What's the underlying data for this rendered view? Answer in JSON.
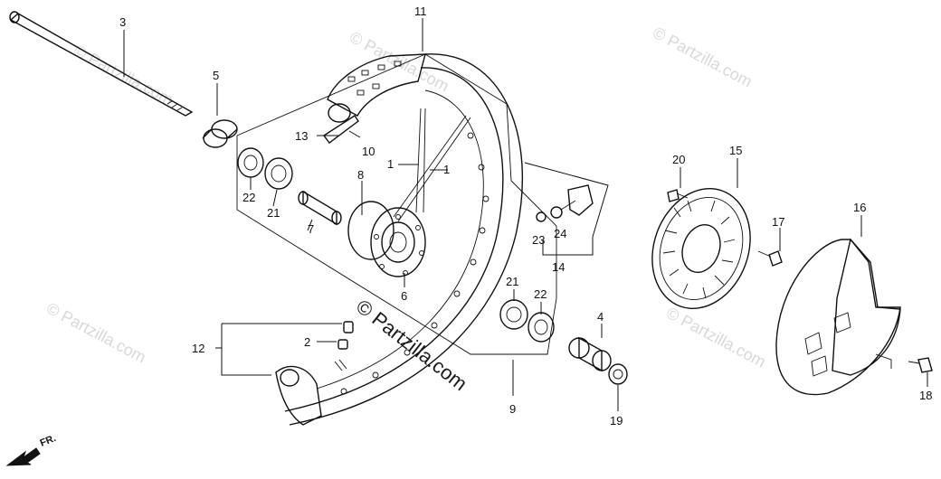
{
  "watermarks": {
    "text": "© Partzilla.com",
    "main": "© Partzilla.com"
  },
  "direction_label": "FR.",
  "callouts": [
    {
      "id": "1a",
      "label": "1"
    },
    {
      "id": "1b",
      "label": "1"
    },
    {
      "id": "2",
      "label": "2"
    },
    {
      "id": "3",
      "label": "3"
    },
    {
      "id": "4",
      "label": "4"
    },
    {
      "id": "5",
      "label": "5"
    },
    {
      "id": "6",
      "label": "6"
    },
    {
      "id": "7",
      "label": "7"
    },
    {
      "id": "8",
      "label": "8"
    },
    {
      "id": "9",
      "label": "9"
    },
    {
      "id": "10",
      "label": "10"
    },
    {
      "id": "11",
      "label": "11"
    },
    {
      "id": "12",
      "label": "12"
    },
    {
      "id": "13",
      "label": "13"
    },
    {
      "id": "14",
      "label": "14"
    },
    {
      "id": "15",
      "label": "15"
    },
    {
      "id": "16",
      "label": "16"
    },
    {
      "id": "17",
      "label": "17"
    },
    {
      "id": "18",
      "label": "18"
    },
    {
      "id": "19",
      "label": "19"
    },
    {
      "id": "20",
      "label": "20"
    },
    {
      "id": "21a",
      "label": "21"
    },
    {
      "id": "21b",
      "label": "21"
    },
    {
      "id": "22a",
      "label": "22"
    },
    {
      "id": "22b",
      "label": "22"
    },
    {
      "id": "23",
      "label": "23"
    },
    {
      "id": "24",
      "label": "24"
    }
  ]
}
